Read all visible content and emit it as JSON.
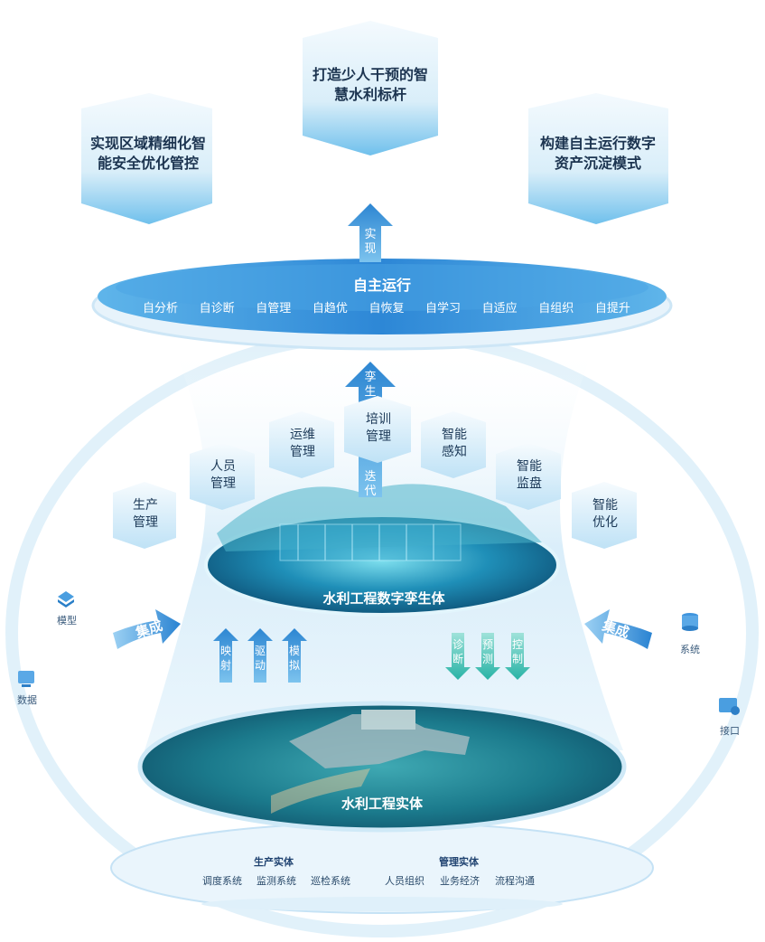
{
  "goals": [
    {
      "text": "实现区域精细化智能安全优化管控"
    },
    {
      "text": "打造少人干预的智慧水利标杆"
    },
    {
      "text": "构建自主运行数字资产沉淀模式"
    }
  ],
  "top_arrow_label": "实现",
  "autonomy": {
    "title": "自主运行",
    "items": [
      "自分析",
      "自诊断",
      "自管理",
      "自趋优",
      "自恢复",
      "自学习",
      "自适应",
      "自组织",
      "自提升"
    ]
  },
  "center_arrow_label": "孪生",
  "iterate_label": "迭代",
  "capabilities": [
    {
      "label": "生产管理"
    },
    {
      "label": "人员管理"
    },
    {
      "label": "运维管理"
    },
    {
      "label": "培训管理"
    },
    {
      "label": "智能感知"
    },
    {
      "label": "智能监盘"
    },
    {
      "label": "智能优化"
    }
  ],
  "twin_title": "水利工程数字孪生体",
  "entity_title": "水利工程实体",
  "integration_label": "集成",
  "up_arrows": [
    "映射",
    "驱动",
    "模拟"
  ],
  "down_arrows": [
    "诊断",
    "预测",
    "控制"
  ],
  "left_side": [
    {
      "label": "模型",
      "icon": "model-icon"
    },
    {
      "label": "数据",
      "icon": "data-icon"
    }
  ],
  "right_side": [
    {
      "label": "系统",
      "icon": "system-icon"
    },
    {
      "label": "接口",
      "icon": "interface-icon"
    }
  ],
  "bottom": {
    "production": {
      "title": "生产实体",
      "items": [
        "调度系统",
        "监测系统",
        "巡检系统"
      ]
    },
    "management": {
      "title": "管理实体",
      "items": [
        "人员组织",
        "业务经济",
        "流程沟通"
      ]
    }
  },
  "colors": {
    "primary": "#2a8ed8",
    "light": "#cfe8f8",
    "dark": "#1c3450"
  }
}
